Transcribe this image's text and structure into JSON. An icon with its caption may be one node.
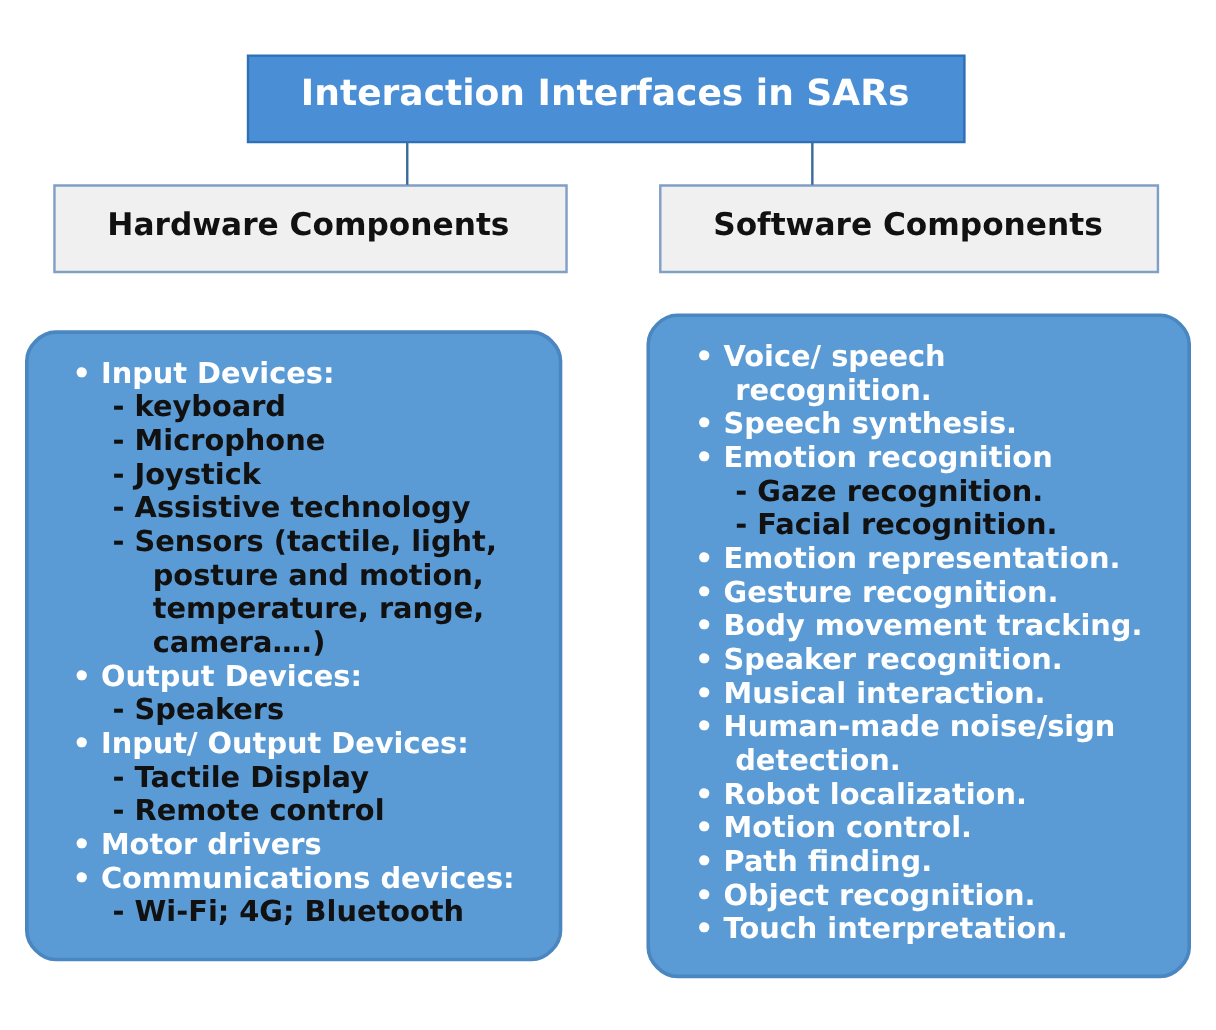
{
  "diagram": {
    "nodes": [
      {
        "text": [
          "Interaction Interfaces in SARs"
        ]
      },
      {
        "text": [
          "Hardware Components"
        ]
      },
      {
        "text": [
          "• Input Devices:",
          "- keyboard",
          "- Microphone",
          "- Joystick",
          "- Assistive technology",
          "- Sensors (tactile, light, posture and motion, temperature, range, camera….)",
          "• Output Devices:",
          "- Speakers",
          "• Input/ Output Devices:",
          "- Tactile Display",
          "- Remote control",
          "• Motor drivers",
          "• Communications devices:",
          "- Wi-Fi; 4G; Bluetooth"
        ]
      },
      {
        "text": [
          "Software Components"
        ]
      },
      {
        "text": [
          "• Voice/ speech recognition.",
          "• Speech synthesis.",
          "• Emotion recognition",
          "- Gaze recognition.",
          "- Facial recognition.",
          "• Emotion representation.",
          "• Gesture recognition.",
          "• Body movement tracking.",
          "• Speaker recognition.",
          "• Musical interaction.",
          "• Human-made noise/sign detection.",
          "• Robot localization.",
          "• Motion control.",
          "• Path finding.",
          "• Object recognition.",
          "• Touch interpretation."
        ]
      }
    ],
    "edges": [
      {
        "from": 0,
        "to": 1,
        "arrow": "none"
      },
      {
        "from": 0,
        "to": 3,
        "arrow": "none"
      }
    ]
  }
}
